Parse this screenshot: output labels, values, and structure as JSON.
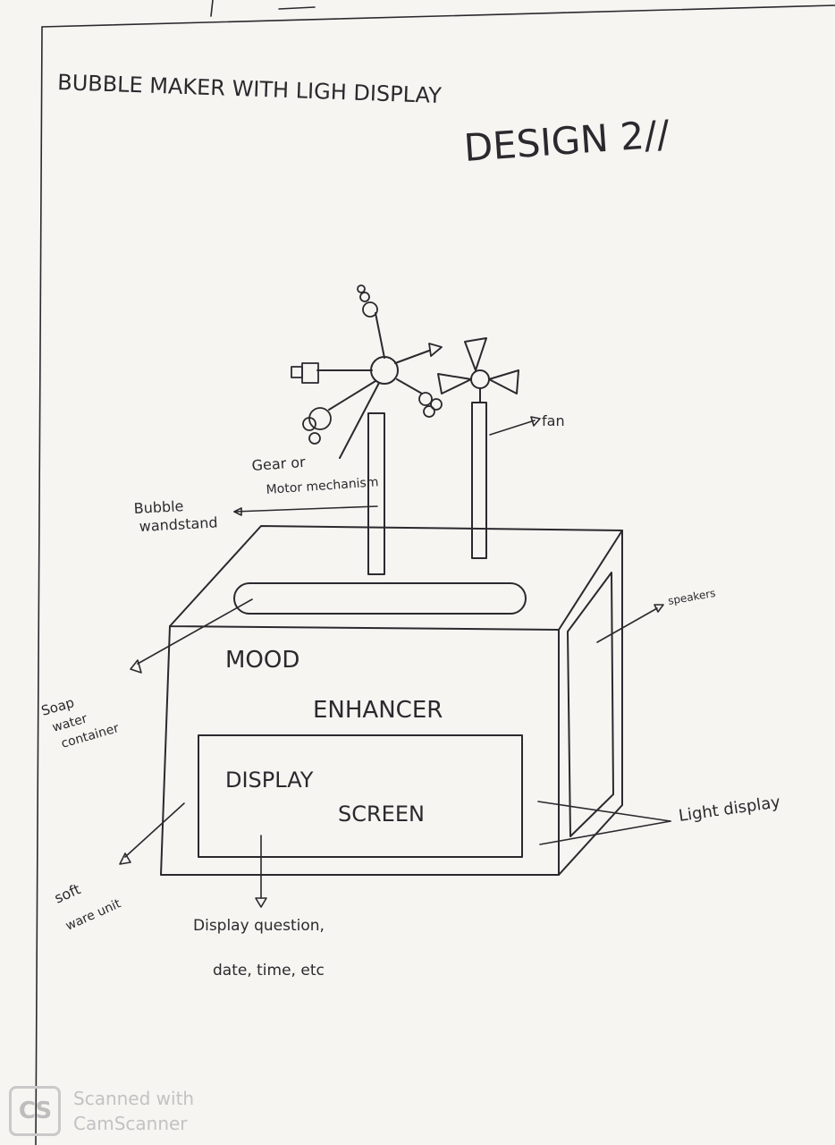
{
  "page": {
    "title": "BUBBLE MAKER WITH LIGH DISPLAY",
    "design_label": "DESIGN 2//"
  },
  "box": {
    "front_text_1": "MOOD",
    "front_text_2": "ENHANCER",
    "screen_text_1": "DISPLAY",
    "screen_text_2": "SCREEN"
  },
  "labels": {
    "gear": "Gear or",
    "gear_line2": "Motor mechanism",
    "fan": "fan",
    "bubble_wand": "Bubble",
    "bubble_wand_line2": "wandstand",
    "speakers": "speakers",
    "soap_1": "Soap",
    "soap_2": "water",
    "soap_3": "container",
    "light_display": "Light display",
    "software_1": "soft",
    "software_2": "ware unit",
    "display_info_1": "Display question,",
    "display_info_2": "date, time, etc"
  },
  "watermark": {
    "logo": "CS",
    "line1": "Scanned with",
    "line2": "CamScanner"
  }
}
